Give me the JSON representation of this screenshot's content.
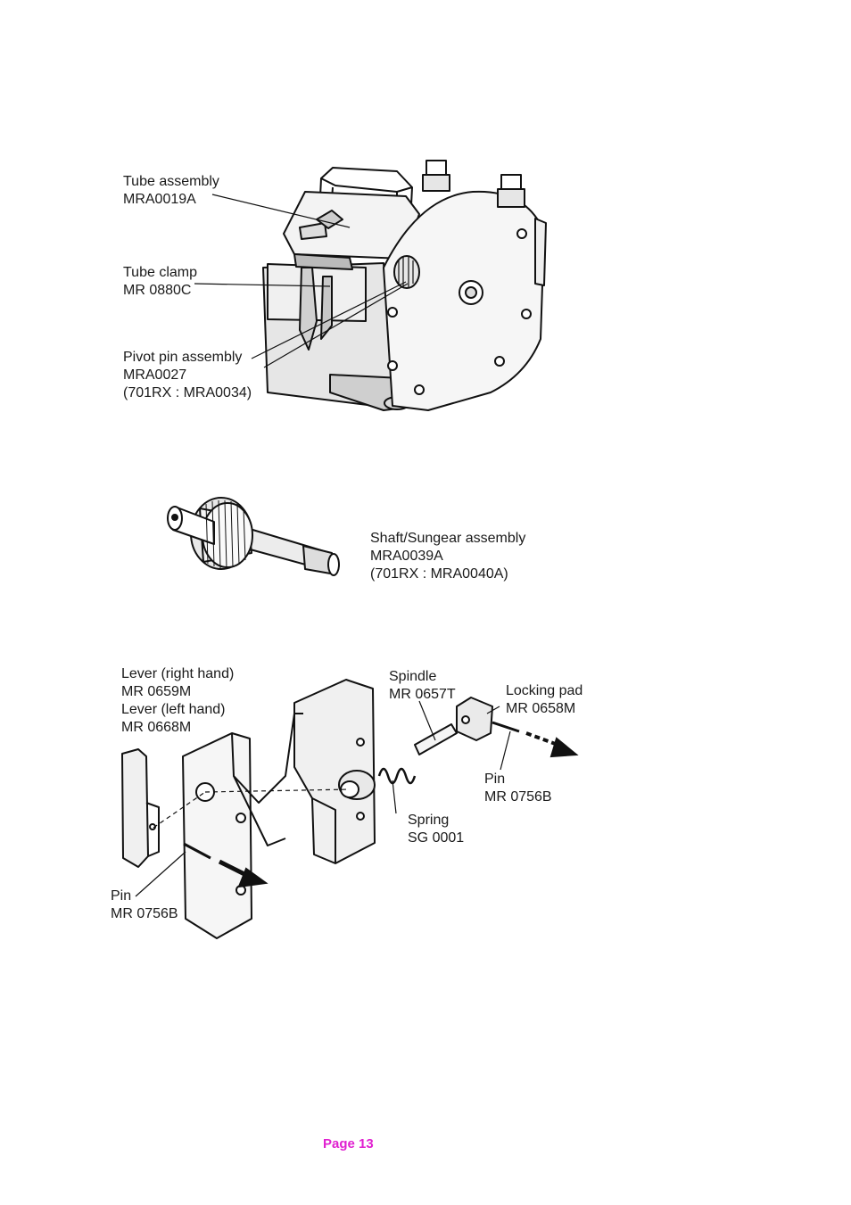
{
  "figure1": {
    "tube_assembly": {
      "name": "Tube assembly",
      "part": "MRA0019A"
    },
    "tube_clamp": {
      "name": "Tube clamp",
      "part": "MR 0880C"
    },
    "pivot_pin": {
      "name": "Pivot pin assembly",
      "part": "MRA0027",
      "variant": "(701RX : MRA0034)"
    }
  },
  "figure2": {
    "shaft": {
      "name": "Shaft/Sungear assembly",
      "part": "MRA0039A",
      "variant": "(701RX : MRA0040A)"
    }
  },
  "figure3": {
    "lever": {
      "name_right": "Lever (right hand)",
      "part_right": "MR 0659M",
      "name_left": "Lever (left hand)",
      "part_left": "MR 0668M"
    },
    "spindle": {
      "name": "Spindle",
      "part": "MR 0657T"
    },
    "locking_pad": {
      "name": "Locking pad",
      "part": "MR 0658M"
    },
    "pin_right": {
      "name": "Pin",
      "part": "MR 0756B"
    },
    "spring": {
      "name": "Spring",
      "part": "SG 0001"
    },
    "pin_left": {
      "name": "Pin",
      "part": "MR 0756B"
    }
  },
  "footer": {
    "page_label": "Page 13",
    "color": "#e020d0"
  }
}
